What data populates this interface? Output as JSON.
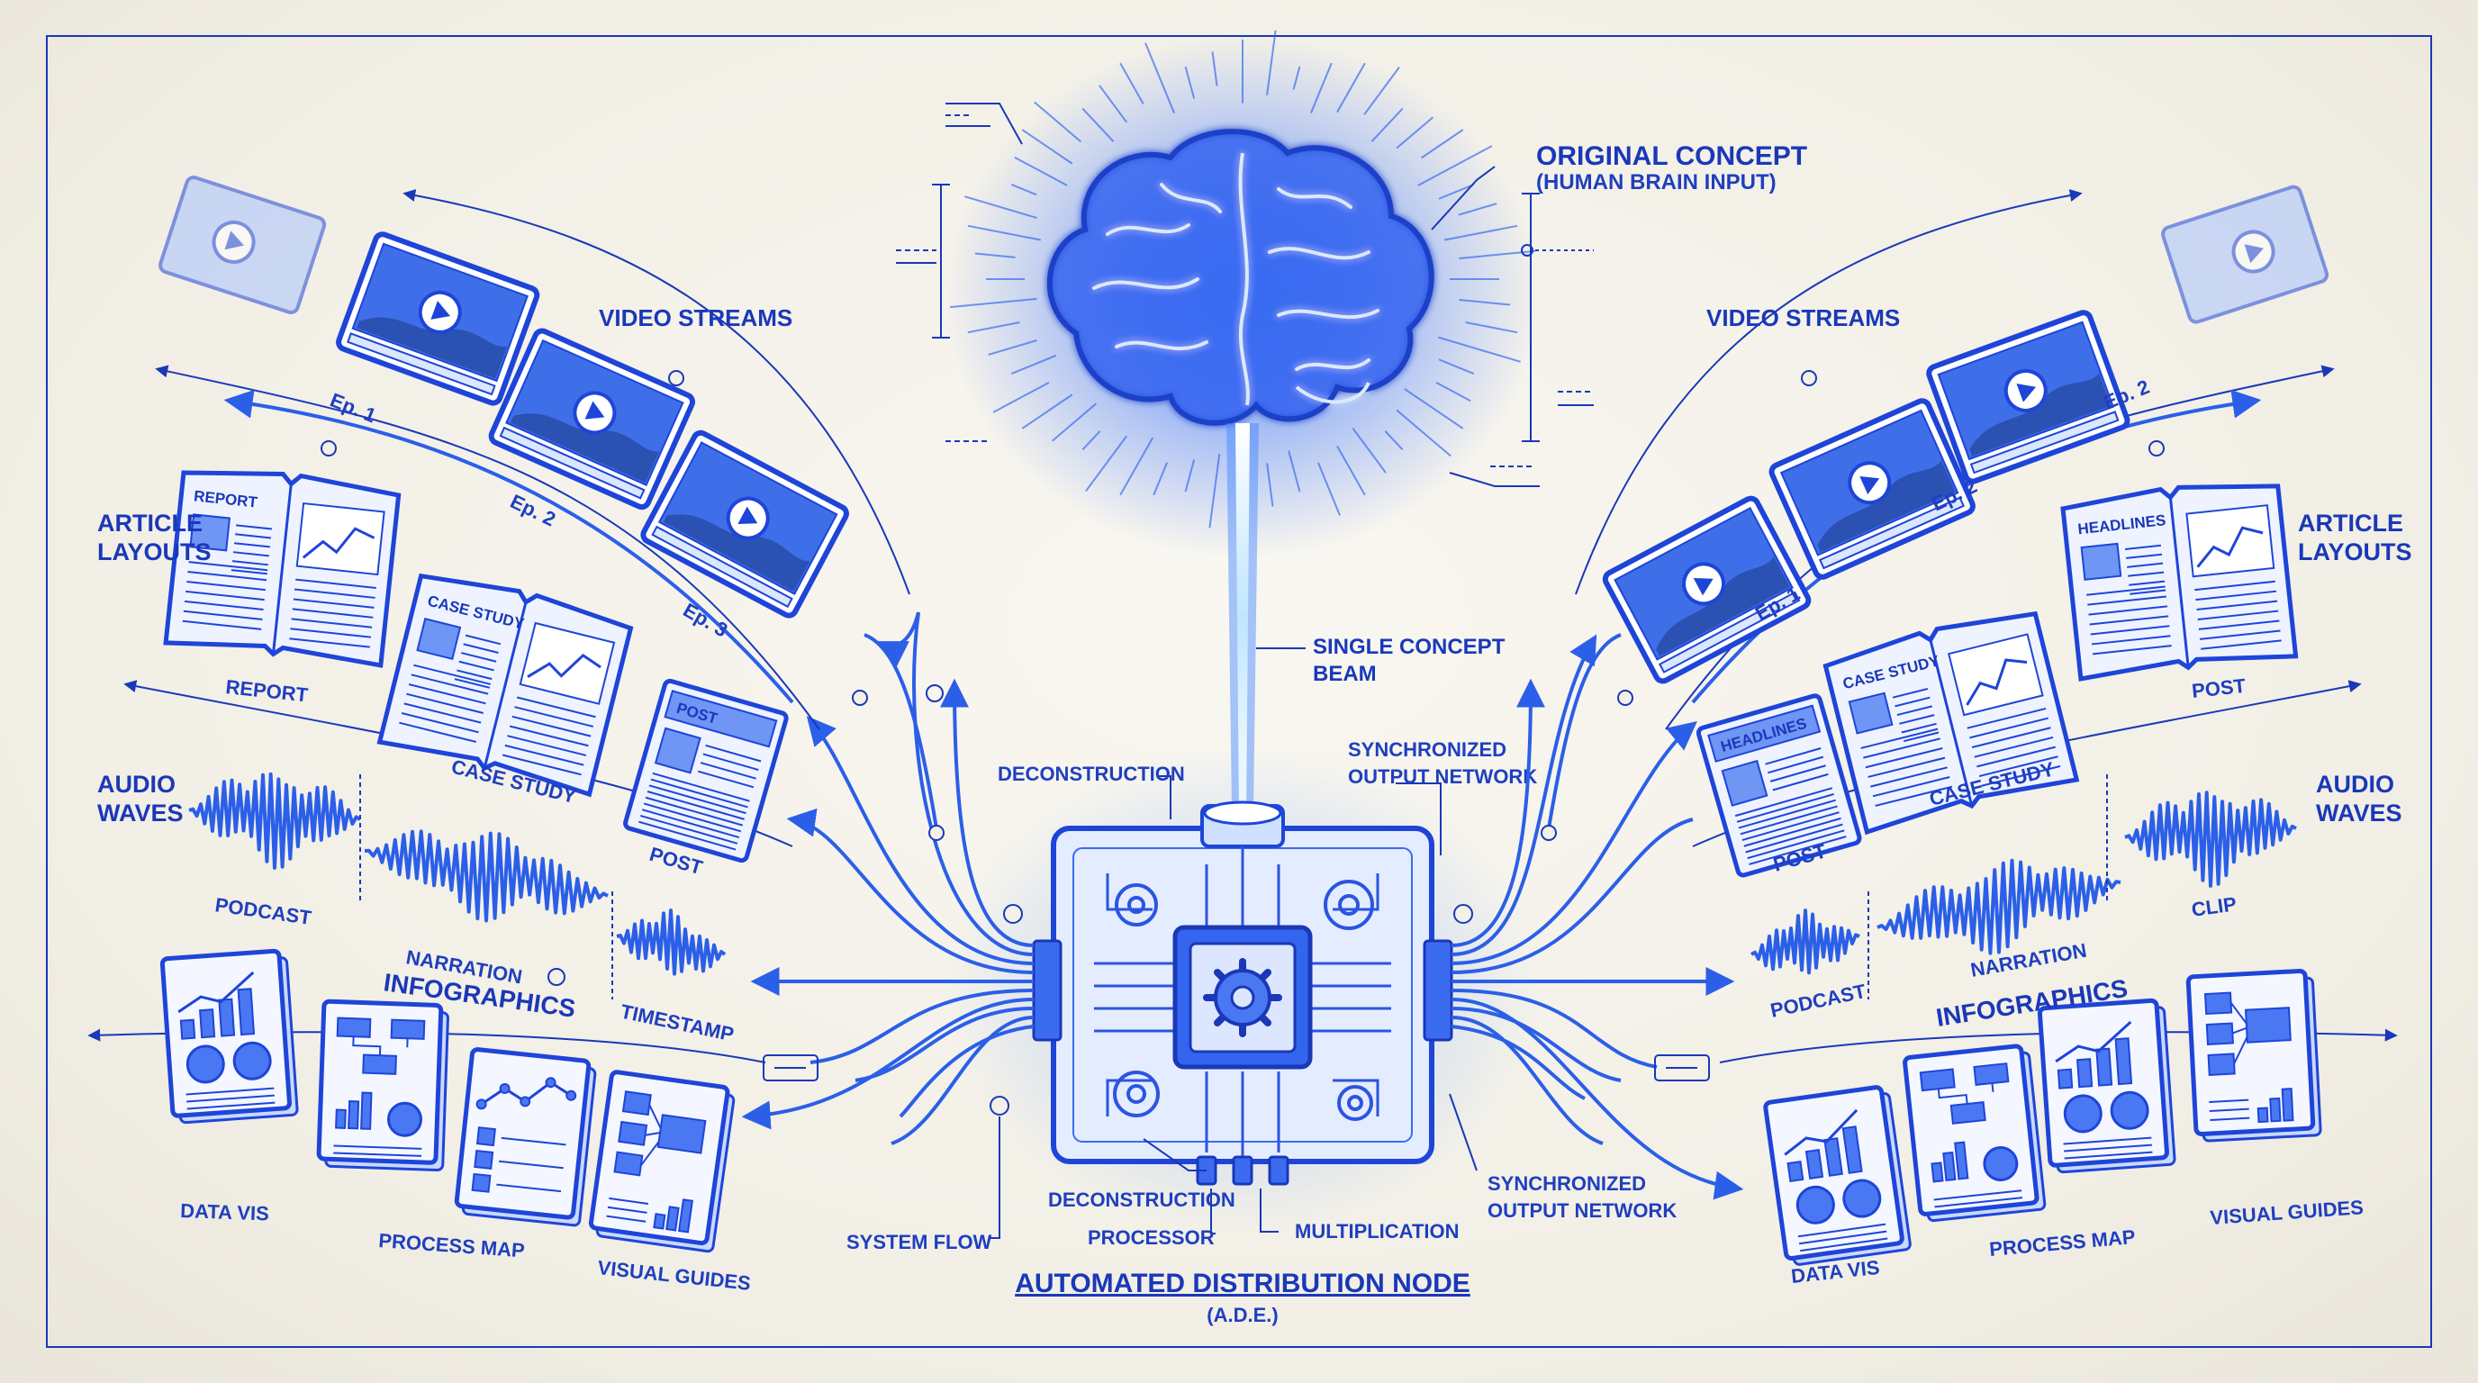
{
  "colors": {
    "ink": "#1a38b8",
    "glow": "#2f6bff",
    "paper": "#f3f0e8",
    "beam": "#8fd0ff"
  },
  "top": {
    "title": "ORIGINAL CONCEPT",
    "subtitle": "(HUMAN BRAIN INPUT)",
    "beam_label_1": "SINGLE CONCEPT",
    "beam_label_2": "BEAM",
    "deconstruction_top": "DECONSTRUCTION",
    "sync_top_1": "SYNCHRONIZED",
    "sync_top_2": "OUTPUT NETWORK"
  },
  "node": {
    "title": "AUTOMATED DISTRIBUTION NODE",
    "abbr": "(A.D.E.)",
    "deconstruction": "DECONSTRUCTION",
    "processor": "PROCESSOR",
    "multiplication": "MULTIPLICATION",
    "system_flow": "SYSTEM FLOW",
    "sync_bottom_1": "SYNCHRONIZED",
    "sync_bottom_2": "OUTPUT NETWORK",
    "icons": [
      "brain-icon",
      "processor-chip-icon",
      "gear-icon"
    ]
  },
  "left": {
    "video_title": "VIDEO STREAMS",
    "episodes": [
      "Ep. 1",
      "Ep. 2",
      "Ep. 3"
    ],
    "article_title_1": "ARTICLE",
    "article_title_2": "LAYOUTS",
    "articles": [
      "REPORT",
      "CASE STUDY",
      "POST"
    ],
    "article_doc_heads": [
      "REPORT",
      "CASE STUDY",
      "POST"
    ],
    "audio_title_1": "AUDIO",
    "audio_title_2": "WAVES",
    "audio_items": [
      "PODCAST",
      "NARRATION",
      "TIMESTAMP"
    ],
    "info_title": "INFOGRAPHICS",
    "info_items": [
      "DATA VIS",
      "PROCESS MAP",
      "VISUAL GUIDES"
    ]
  },
  "right": {
    "video_title": "VIDEO STREAMS",
    "episodes": [
      "Ep. 1",
      "Ep. 2",
      "Ep. 2"
    ],
    "article_title_1": "ARTICLE",
    "article_title_2": "LAYOUTS",
    "articles": [
      "POST",
      "CASE STUDY",
      "POST"
    ],
    "article_doc_heads": [
      "HEADLINES",
      "CASE STUDY",
      "HEADLINES"
    ],
    "audio_title_1": "AUDIO",
    "audio_title_2": "WAVES",
    "audio_items": [
      "PODCAST",
      "NARRATION",
      "CLIP"
    ],
    "info_title": "INFOGRAPHICS",
    "info_items": [
      "DATA VIS",
      "PROCESS MAP",
      "VISUAL GUIDES"
    ]
  }
}
